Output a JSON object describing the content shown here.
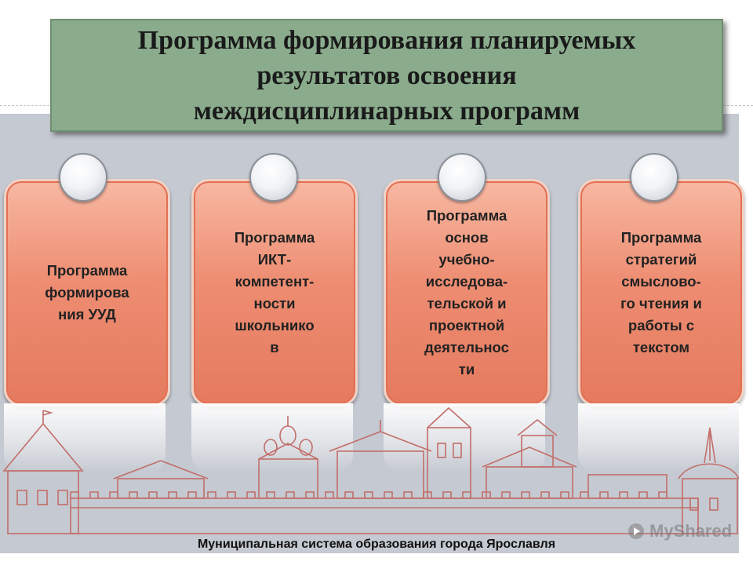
{
  "title": {
    "text": "Программа формирования планируемых\nрезультатов освоения\nмеждисциплинарных программ"
  },
  "cards": [
    {
      "label": "Программа\nформирова\nния УУД"
    },
    {
      "label": "Программа\nИКТ-\nкомпетент-\nности\nшкольнико\nв"
    },
    {
      "label": "Программа\nоснов\nучебно-\nисследова-\nтельской и\nпроектной\nдеятельнос\nти"
    },
    {
      "label": "Программа\nстратегий\nсмыслово-\nго чтения и\nработы с\nтекстом"
    }
  ],
  "footer": {
    "text": "Муниципальная система образования города Ярославля"
  },
  "watermark": {
    "text": "MyShared",
    "icon": "play-logo-icon"
  },
  "colors": {
    "title_bg": "#8aab8c",
    "card": "#ee8d72",
    "panel": "#c5c9d1",
    "skyline": "#c26e6a"
  }
}
